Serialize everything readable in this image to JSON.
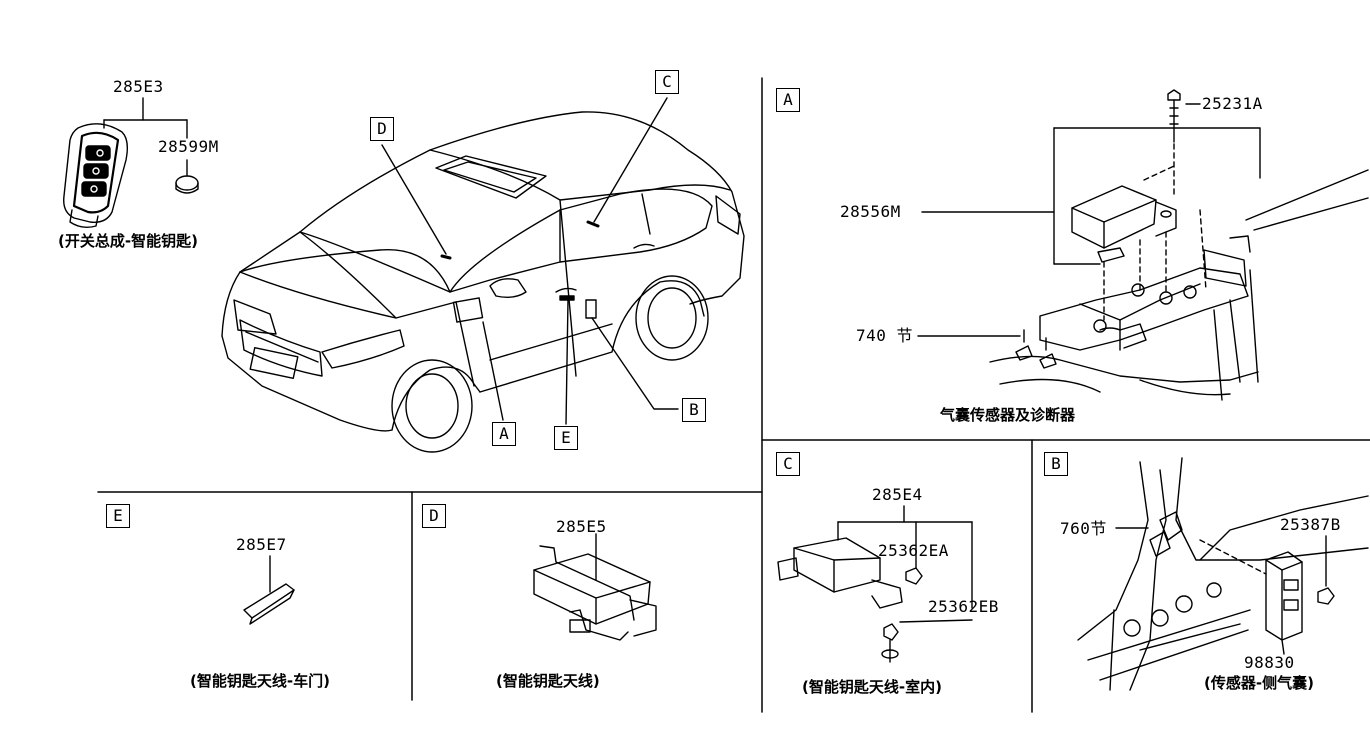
{
  "panels": {
    "overview": {
      "keyfob_part": "285E3",
      "battery_part": "28599M",
      "keyfob_caption": "(开关总成-智能钥匙)",
      "callouts": [
        "D",
        "C",
        "A",
        "E",
        "B"
      ]
    },
    "A": {
      "tag": "A",
      "bolt_part": "25231A",
      "sensor_part": "28556M",
      "section_ref": "740 节",
      "caption": "气囊传感器及诊断器"
    },
    "B": {
      "tag": "B",
      "section_ref": "760节",
      "nut_part": "25387B",
      "sensor_part": "98830",
      "caption": "(传感器-侧气囊)"
    },
    "C": {
      "tag": "C",
      "antenna_part": "285E4",
      "bracket_part_a": "25362EA",
      "bracket_part_b": "25362EB",
      "caption": "(智能钥匙天线-室内)"
    },
    "D": {
      "tag": "D",
      "antenna_part": "285E5",
      "caption": "(智能钥匙天线)"
    },
    "E": {
      "tag": "E",
      "antenna_part": "285E7",
      "caption": "(智能钥匙天线-车门)"
    }
  }
}
